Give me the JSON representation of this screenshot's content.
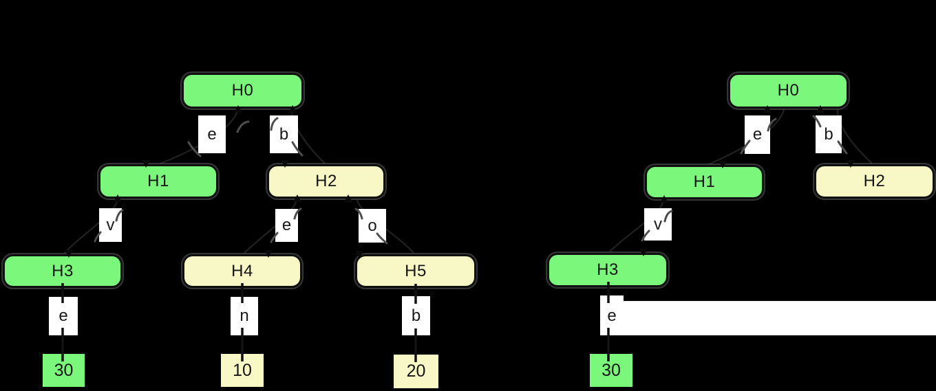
{
  "diagram": {
    "description_colors": {
      "background": "#000000",
      "node_green": "#7BF77B",
      "node_yellow": "#F8F8C6",
      "node_border": "#101010",
      "edge_label_background": "#FFFFFF",
      "text": "#151515",
      "highlight_strip": "#FFFFFF"
    },
    "left_tree": {
      "nodes": {
        "h0": {
          "label": "H0",
          "color": "green"
        },
        "h1": {
          "label": "H1",
          "color": "green"
        },
        "h2": {
          "label": "H2",
          "color": "yellow"
        },
        "h3": {
          "label": "H3",
          "color": "green"
        },
        "h4": {
          "label": "H4",
          "color": "yellow"
        },
        "h5": {
          "label": "H5",
          "color": "yellow"
        },
        "leaf_30": {
          "label": "30",
          "color": "green"
        },
        "leaf_10": {
          "label": "10",
          "color": "yellow"
        },
        "leaf_20": {
          "label": "20",
          "color": "yellow"
        }
      },
      "edges": {
        "h0_h1": {
          "label": "e"
        },
        "h0_h2": {
          "label": "b"
        },
        "h1_h3": {
          "label": "v"
        },
        "h2_h4": {
          "label": "e"
        },
        "h2_h5": {
          "label": "o"
        },
        "h3_30": {
          "label": "e"
        },
        "h4_10": {
          "label": "n"
        },
        "h5_20": {
          "label": "b"
        }
      }
    },
    "right_tree": {
      "nodes": {
        "h0": {
          "label": "H0",
          "color": "green"
        },
        "h1": {
          "label": "H1",
          "color": "green"
        },
        "h2": {
          "label": "H2",
          "color": "yellow"
        },
        "h3": {
          "label": "H3",
          "color": "green"
        },
        "leaf_30": {
          "label": "30",
          "color": "green"
        }
      },
      "edges": {
        "h0_h1": {
          "label": "e"
        },
        "h0_h2": {
          "label": "b"
        },
        "h1_h3": {
          "label": "v"
        },
        "h3_30": {
          "label": "e"
        }
      }
    }
  }
}
